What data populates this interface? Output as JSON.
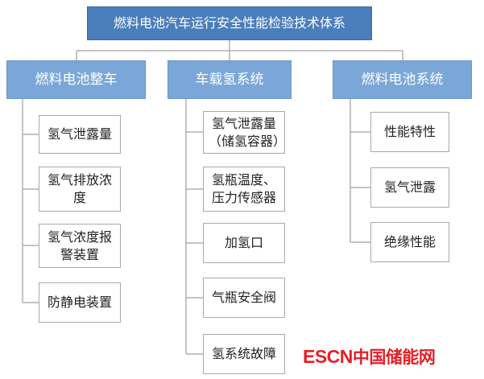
{
  "root": {
    "title": "燃料电池汽车运行安全性能检验技术体系"
  },
  "categories": [
    {
      "title": "燃料电池整车",
      "items": [
        "氢气泄露量",
        "氢气排放浓度",
        "氢气浓度报警装置",
        "防静电装置"
      ]
    },
    {
      "title": "车载氢系统",
      "items": [
        "氢气泄露量（储氢容器）",
        "氢瓶温度、压力传感器",
        "加氢口",
        "气瓶安全阀",
        "氢系统故障"
      ]
    },
    {
      "title": "燃料电池系统",
      "items": [
        "性能特性",
        "氢气泄露",
        "绝缘性能"
      ]
    }
  ],
  "watermark": {
    "latin": "ESCN",
    "chinese": "中国储能网"
  },
  "colors": {
    "root": "#4a7ebb",
    "category": "#7aa7d8",
    "connector": "#b0b0b0",
    "watermark": "#e41f26"
  }
}
